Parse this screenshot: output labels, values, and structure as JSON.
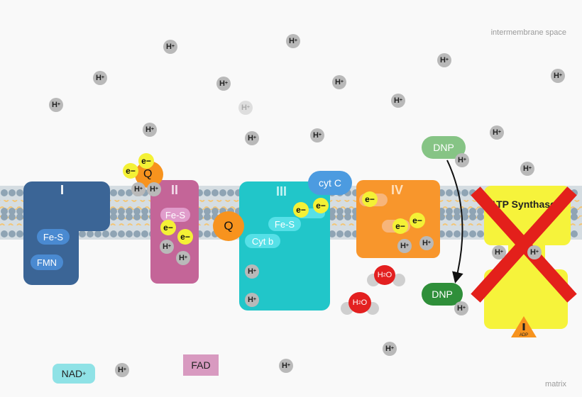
{
  "regions": {
    "top": "intermembrane space",
    "bottom": "matrix"
  },
  "complexes": {
    "c1": {
      "title": "I",
      "fes": "Fe-S",
      "fmn": "FMN"
    },
    "c2": {
      "title": "II",
      "fes": "Fe-S"
    },
    "c3": {
      "title": "III",
      "fes": "Fe-S",
      "cytb": "Cyt b"
    },
    "c4": {
      "title": "IV"
    },
    "synthase": {
      "title": "ATP Synthase",
      "adp": "ADP"
    }
  },
  "carriers": {
    "q1": "Q",
    "q2": "Q",
    "cytc": "cyt C",
    "dnp_top": "DNP",
    "dnp_bottom": "DNP",
    "nad": "NAD",
    "nad_sup": "+",
    "fad": "FAD"
  },
  "symbols": {
    "proton": "H",
    "proton_sup": "+",
    "electron": "e−",
    "water_h": "H",
    "water_sub": "2",
    "water_o": "O"
  },
  "colors": {
    "complex1": "#3b6596",
    "complex2": "#c46598",
    "complex3": "#21c6c9",
    "complex4": "#f8962c",
    "synthase": "#f6f33b",
    "cross": "#e3201b",
    "quinone": "#f7931e",
    "cytc": "#4c9be0",
    "dnp_top": "#86c485",
    "dnp_bottom": "#2f8f3a",
    "nad": "#8fe2e6",
    "fad": "#d89ac0",
    "water": "#e32020",
    "membrane_bead": "#8fa4b4",
    "membrane_tail": "#f3c677"
  }
}
